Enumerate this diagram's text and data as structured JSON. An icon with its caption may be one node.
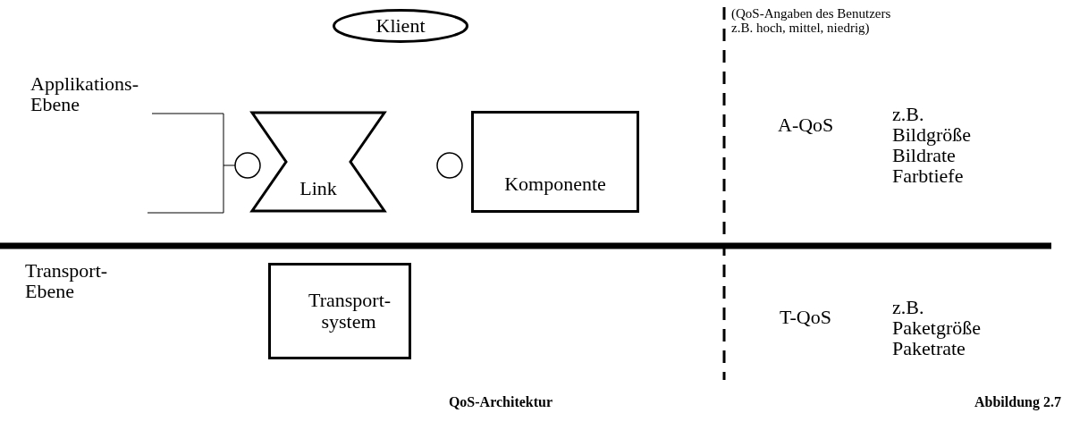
{
  "diagram": {
    "caption": "QoS-Architektur",
    "nodes": [
      {
        "text": [
          "Klient"
        ]
      },
      {
        "text": [
          "Link"
        ]
      },
      {
        "text": [
          "Komponente"
        ]
      },
      {
        "text": [
          "Transport-system"
        ]
      }
    ],
    "labels": [
      "Applikations-Ebene",
      "(QoS-Angaben des Benutzers z.B. hoch, mittel, niedrig)",
      "A-QoS",
      "z.B. Bildgröße Bildrate Farbtiefe",
      "Transport-Ebene",
      "T-QoS",
      "z.B. Paketgröße Paketrate",
      "Abbildung 2.7"
    ]
  }
}
